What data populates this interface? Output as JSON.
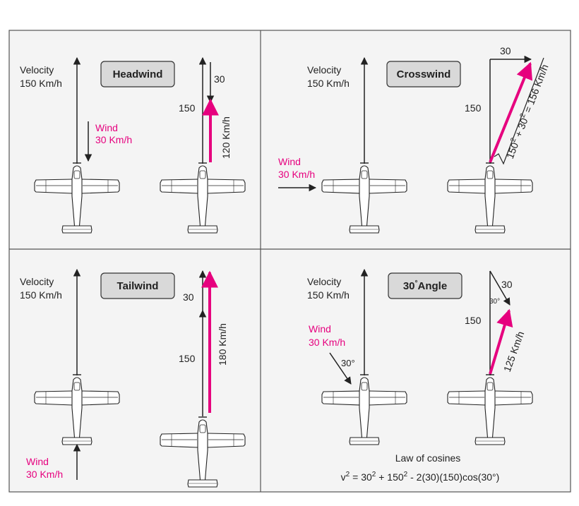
{
  "colors": {
    "ink": "#222222",
    "magenta": "#e6007e",
    "panel_bg": "#f4f4f4",
    "label_bg": "#d9d9d9",
    "border": "#555555"
  },
  "panels": {
    "headwind": {
      "title": "Headwind",
      "velocity_label": "Velocity",
      "velocity_value": "150 Km/h",
      "wind_label": "Wind",
      "wind_value": "30 Km/h",
      "vec_a": "30",
      "vec_b": "150",
      "result": "120 Km/h"
    },
    "crosswind": {
      "title": "Crosswind",
      "velocity_label": "Velocity",
      "velocity_value": "150 Km/h",
      "wind_label": "Wind",
      "wind_value": "30 Km/h",
      "vec_a": "30",
      "vec_b": "150",
      "formula_a": "150",
      "formula_b": "2",
      "formula_c": " + 30",
      "formula_d": "2",
      "formula_e": " = 156 Km/h"
    },
    "tailwind": {
      "title": "Tailwind",
      "velocity_label": "Velocity",
      "velocity_value": "150 Km/h",
      "wind_label": "Wind",
      "wind_value": "30 Km/h",
      "vec_a": "30",
      "vec_b": "150",
      "result": "180 Km/h"
    },
    "angle": {
      "title_number": "30",
      "title_deg": "°",
      "title_word": "Angle",
      "velocity_label": "Velocity",
      "velocity_value": "150 Km/h",
      "wind_label": "Wind",
      "wind_value": "30 Km/h",
      "wind_angle": "30°",
      "vec_a": "30",
      "vec_angle": "30°",
      "vec_b": "150",
      "result": "125 Km/h",
      "law_title": "Law of cosines",
      "law_v": "v",
      "law_2a": "2",
      "law_eq": " = 30",
      "law_2b": "2",
      "law_plus": " + 150",
      "law_2c": "2",
      "law_rest": " - 2(30)(150)cos(30°)"
    }
  }
}
